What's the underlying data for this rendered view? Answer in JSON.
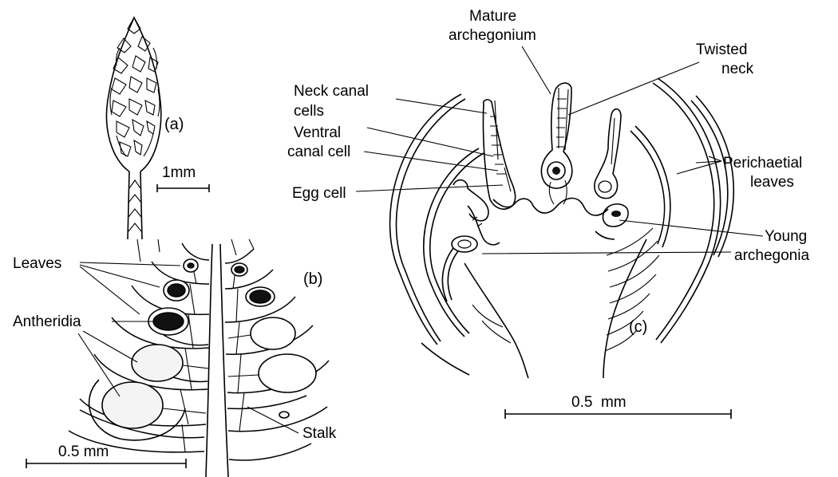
{
  "panels": {
    "a": {
      "label": "(a)",
      "scale": "1mm"
    },
    "b": {
      "label": "(b)",
      "scale": "0.5 mm",
      "labels": {
        "leaves": "Leaves",
        "antheridia": "Antheridia",
        "stalk": "Stalk"
      }
    },
    "c": {
      "label": "(c)",
      "scale": "0.5  mm",
      "labels": {
        "mature_line1": "Mature",
        "mature_line2": "archegonium",
        "twisted_line1": "Twisted",
        "twisted_line2": "neck",
        "neck_line1": "Neck canal",
        "neck_line2": "cells",
        "ventral_line1": "Ventral",
        "ventral_line2": "canal cell",
        "egg": "Egg cell",
        "peri_line1": "Perichaetial",
        "peri_line2": "leaves",
        "young_line1": "Young",
        "young_line2": "archegonia"
      }
    }
  }
}
